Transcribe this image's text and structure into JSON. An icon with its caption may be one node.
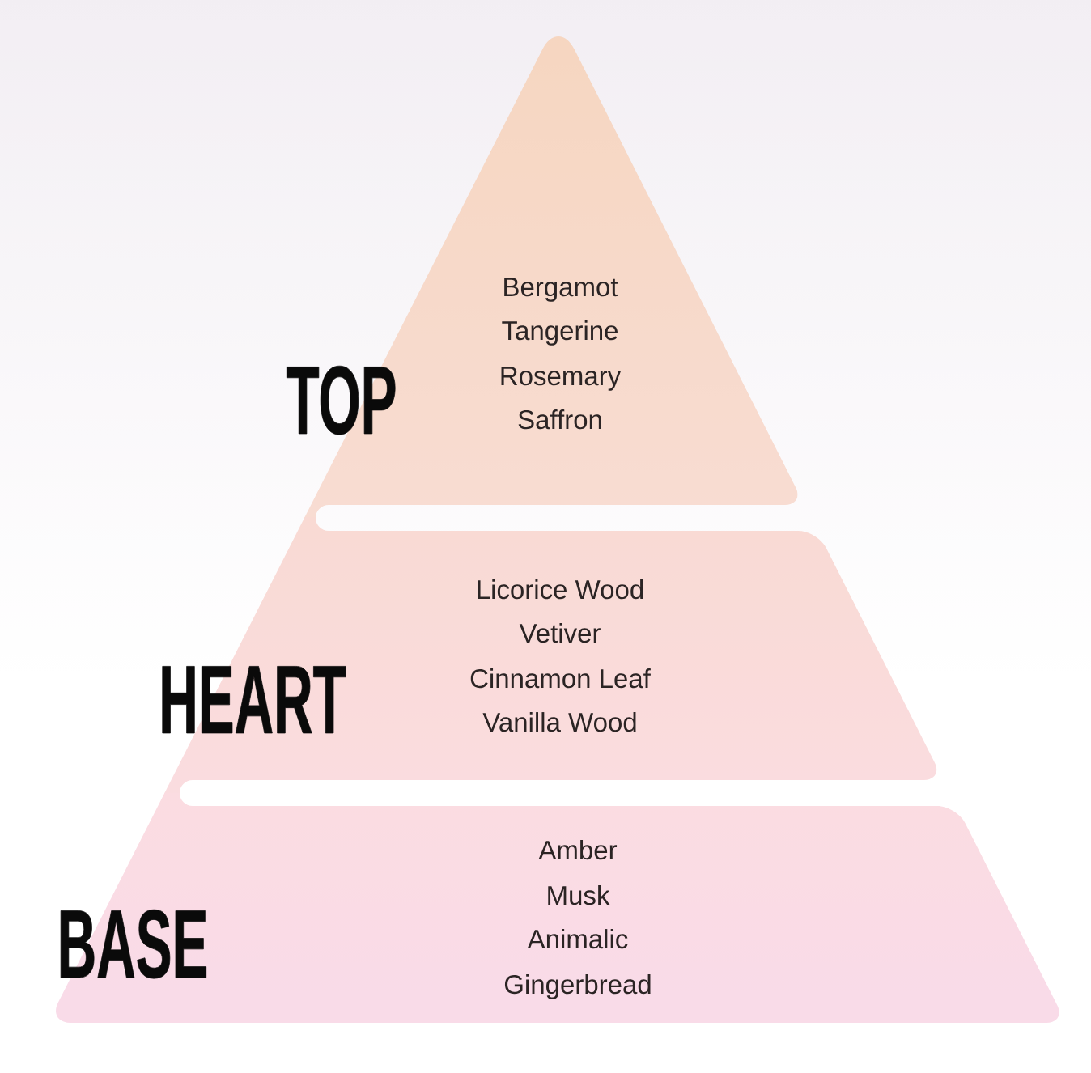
{
  "diagram": {
    "nodes": [
      {
        "text": [
          "TOP",
          "Bergamot",
          "Tangerine",
          "Rosemary",
          "Saffron"
        ]
      },
      {
        "text": [
          "HEART",
          "Licorice Wood",
          "Vetiver",
          "Cinnamon Leaf",
          "Vanilla Wood"
        ]
      },
      {
        "text": [
          "BASE",
          "Amber",
          "Musk",
          "Animalic",
          "Gingerbread"
        ]
      }
    ]
  }
}
